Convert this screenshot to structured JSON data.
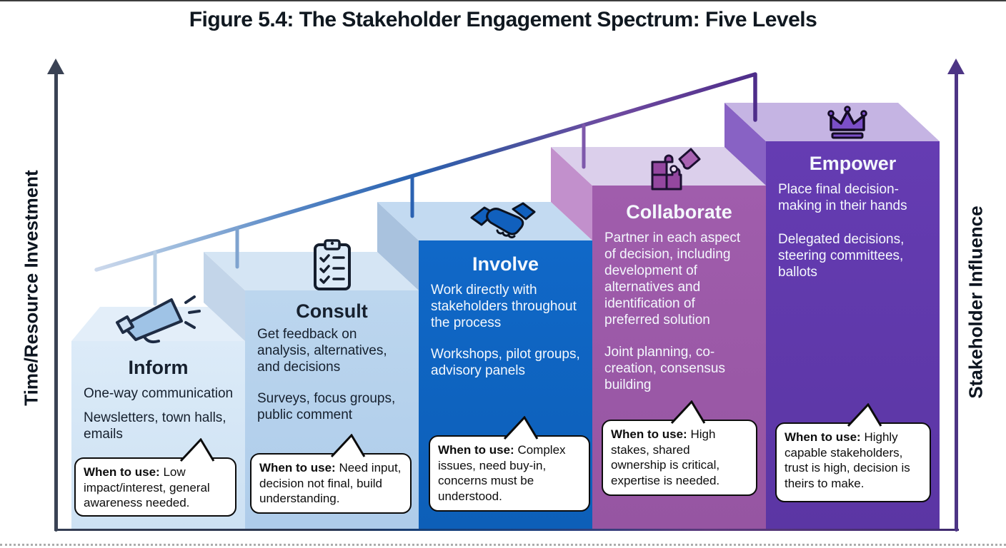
{
  "figure": {
    "title": "Figure 5.4: The Stakeholder Engagement Spectrum: Five Levels"
  },
  "axes": {
    "left": {
      "label": "Time/Resource Investment",
      "color": "#3a4254"
    },
    "right": {
      "label": "Stakeholder Influence",
      "color": "#4d3585"
    }
  },
  "spectrum_line": {
    "description": "ascending gradient line with drop ticks over each step",
    "gradient": [
      "#cdd9ec",
      "#9dbbdd",
      "#5585c4",
      "#2a62b0",
      "#44549f",
      "#6f4ba0",
      "#4e2d8a"
    ]
  },
  "levels": [
    {
      "name": "Inform",
      "icon": "megaphone-icon",
      "front_color": "#d3e5f5",
      "roof_color": "#e3eef9",
      "description": "One-way communication",
      "methods": "Newsletters, town halls, emails",
      "when_label": "When to use:",
      "when_text": " Low impact/interest, general awareness needed."
    },
    {
      "name": "Consult",
      "icon": "clipboard-checklist-icon",
      "front_color": "#b3d0ec",
      "roof_color": "#d5e5f4",
      "description": "Get feedback on analysis, alternatives, and decisions",
      "methods": "Surveys, focus groups, public comment",
      "when_label": "When to use:",
      "when_text": " Need input, decision not final, build understanding."
    },
    {
      "name": "Involve",
      "icon": "handshake-icon",
      "front_color": "#0f67c5",
      "roof_color": "#c3daf1",
      "description": "Work directly with stakeholders throughout the process",
      "methods": "Workshops, pilot groups, advisory panels",
      "when_label": "When to use:",
      "when_text": " Complex issues, need buy-in, concerns must be understood."
    },
    {
      "name": "Collaborate",
      "icon": "puzzle-pieces-icon",
      "front_color": "#9d5aa9",
      "roof_color": "#dbcfeb",
      "description": "Partner in each aspect of decision, including development of alternatives and identification of preferred solution",
      "methods": "Joint planning, co-creation, consensus building",
      "when_label": "When to use:",
      "when_text": " High stakes, shared ownership is critical, expertise is needed."
    },
    {
      "name": "Empower",
      "icon": "crown-icon",
      "front_color": "#5f38aa",
      "roof_color": "#c5b4e3",
      "description": "Place final decision-making in their hands",
      "methods": "Delegated decisions, steering committees, ballots",
      "when_label": "When to use:",
      "when_text": " Highly capable stakeholders, trust is high, decision is theirs to make."
    }
  ]
}
